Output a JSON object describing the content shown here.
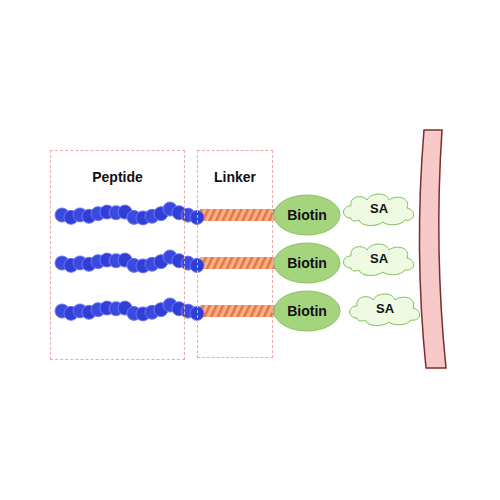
{
  "diagram": {
    "nodes": [
      {
        "text": [
          "Peptide"
        ]
      },
      {
        "text": [
          "Linker"
        ]
      },
      {
        "text": [
          "Biotin"
        ]
      },
      {
        "text": [
          "SA"
        ]
      },
      {
        "text": [
          "Biotin"
        ]
      },
      {
        "text": [
          "SA"
        ]
      },
      {
        "text": [
          "Biotin"
        ]
      },
      {
        "text": [
          "SA"
        ]
      }
    ]
  }
}
